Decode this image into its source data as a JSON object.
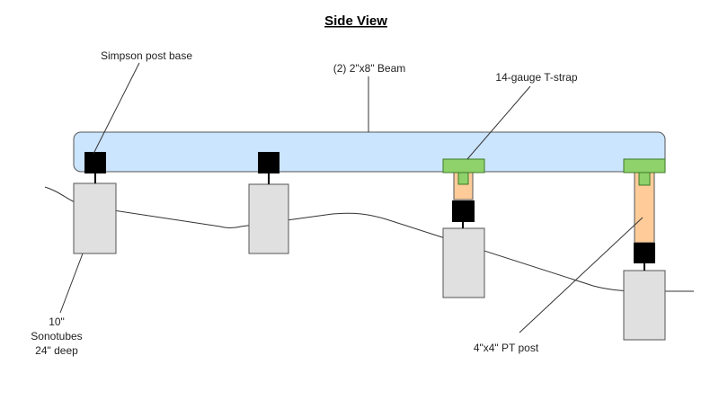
{
  "title": "Side View",
  "labels": {
    "post_base": "Simpson post base",
    "beam": "(2) 2\"x8\" Beam",
    "t_strap": "14-gauge T-strap",
    "sonotubes_line1": "10\"",
    "sonotubes_line2": "Sonotubes",
    "sonotubes_line3": "24\" deep",
    "pt_post": "4\"x4\" PT post"
  },
  "colors": {
    "beam_fill": "#cce5ff",
    "beam_stroke": "#555555",
    "sonotube_fill": "#e0e0e0",
    "sonotube_stroke": "#555555",
    "post_base_fill": "#000000",
    "t_strap_fill": "#8fd16a",
    "t_strap_stroke": "#3c7a2a",
    "pt_post_fill": "#ffcc99",
    "pt_post_stroke": "#555555",
    "grade_line": "#333333"
  }
}
